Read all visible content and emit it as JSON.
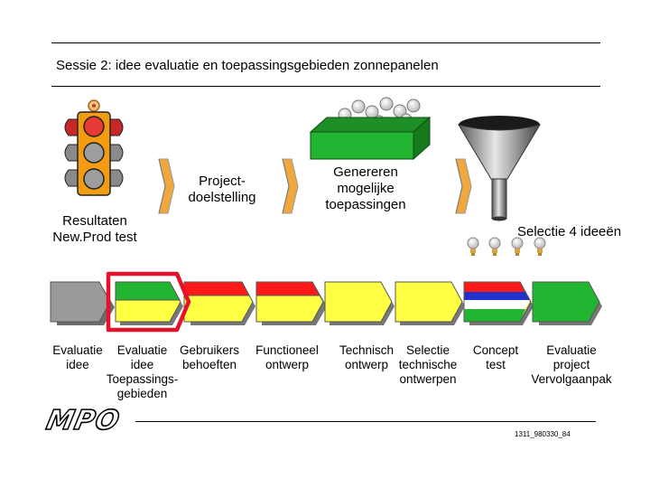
{
  "title": "Sessie 2: idee evaluatie en toepassingsgebieden zonnepanelen",
  "top_labels": {
    "resultaten": [
      "Resultaten",
      "New.Prod test"
    ],
    "project": [
      "Project-",
      "doelstelling"
    ],
    "genereren": [
      "Genereren",
      "mogelijke",
      "toepassingen"
    ],
    "selectie": "Selectie 4 ideeën"
  },
  "steps": [
    {
      "label": [
        "Evaluatie",
        "idee"
      ]
    },
    {
      "label": [
        "Evaluatie",
        "idee",
        "Toepassings-",
        "gebieden"
      ]
    },
    {
      "label": [
        "Gebruikers",
        "behoeften"
      ]
    },
    {
      "label": [
        "Functioneel",
        "ontwerp"
      ]
    },
    {
      "label": [
        "Technisch",
        "ontwerp"
      ]
    },
    {
      "label": [
        "Selectie",
        "technische",
        "ontwerpen"
      ]
    },
    {
      "label": [
        "Concept",
        "test"
      ]
    },
    {
      "label": [
        "Evaluatie",
        "project",
        "Vervolgaanpak"
      ]
    }
  ],
  "logo": "MPO",
  "footer_code": "1311_980330_84",
  "colors": {
    "grey": "#9a9a9a",
    "green": "#22b531",
    "yellow": "#ffff44",
    "red": "#ff1a1a",
    "blue": "#2233cc",
    "highlight": "#e8102a"
  }
}
